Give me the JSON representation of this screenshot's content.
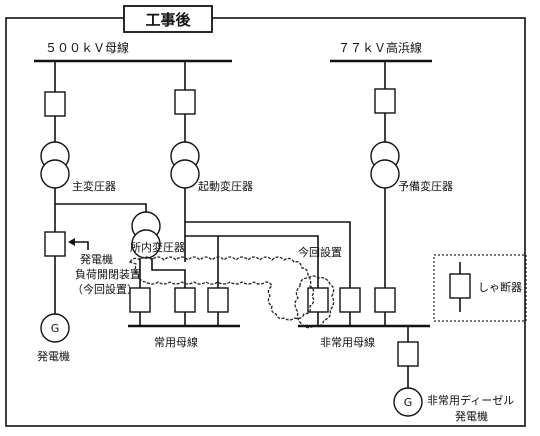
{
  "title": "工事後",
  "buses": {
    "hv500": "５００ｋＶ母線",
    "hv77": "７７ｋＶ高浜線",
    "normal": "常用母線",
    "emergency": "非常用母線"
  },
  "transformers": {
    "main": "主変圧器",
    "startup": "起動変圧器",
    "standby": "予備変圧器",
    "station": "所内変圧器"
  },
  "generator": {
    "symbol": "G",
    "label": "発電機",
    "breaker_label_1": "発電機",
    "breaker_label_2": "負荷開閉装置",
    "breaker_label_3": "（今回設置）"
  },
  "new_install": "今回設置",
  "diesel": {
    "symbol": "G",
    "label_1": "非常用ディーゼル",
    "label_2": "発電機"
  },
  "legend": {
    "label": "しゃ断器"
  }
}
